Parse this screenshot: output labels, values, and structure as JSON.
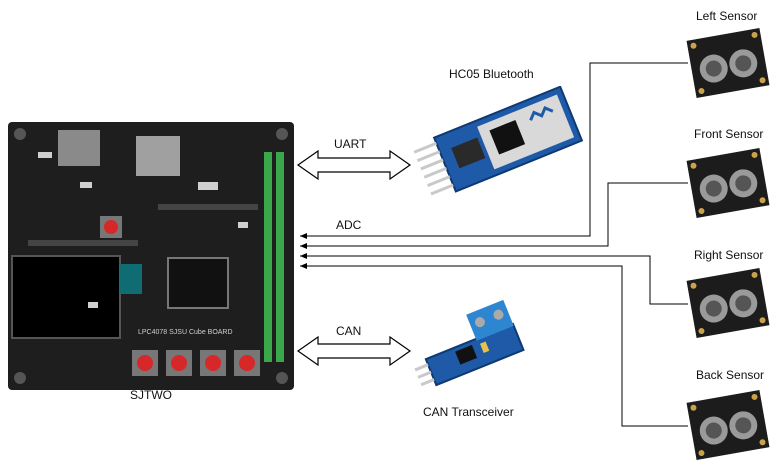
{
  "labels": {
    "sjtwo": "SJTWO",
    "hc05": "HC05 Bluetooth",
    "can_transceiver": "CAN Transceiver",
    "uart": "UART",
    "adc": "ADC",
    "can": "CAN",
    "left_sensor": "Left Sensor",
    "front_sensor": "Front Sensor",
    "right_sensor": "Right Sensor",
    "back_sensor": "Back Sensor"
  },
  "board_silkscreen": "LPC4078 SJSU Cube BOARD",
  "colors": {
    "pcb": "#1e1e1e",
    "header_pins": "#3aa84a",
    "reset_buttons": "#d62828",
    "bt_module": "#1f5aa8",
    "can_module": "#1f5aa8",
    "terminal_block": "#2e86d1",
    "sensor_board": "#1c1c1c",
    "wire": "#000000"
  }
}
